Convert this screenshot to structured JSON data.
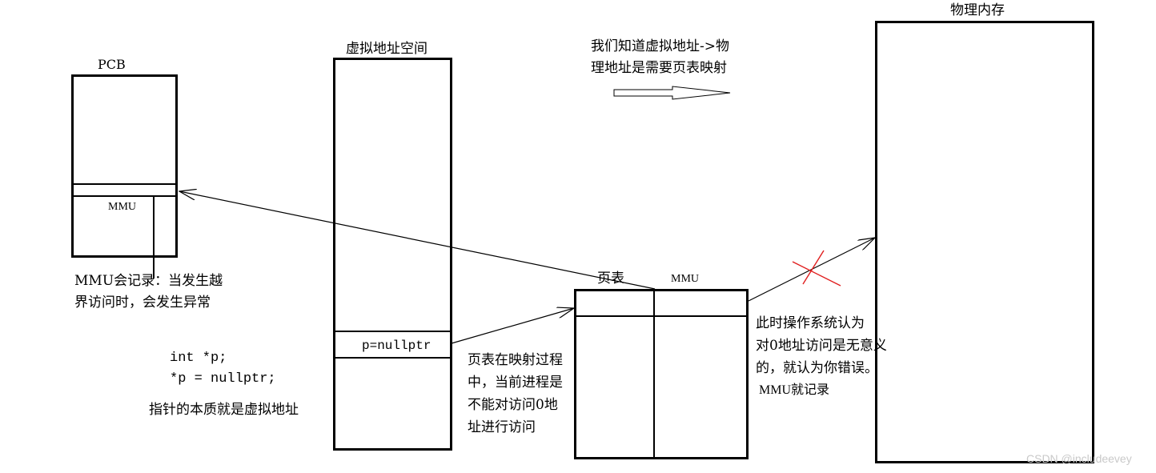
{
  "pcb": {
    "title": "PCB",
    "mmu_label": "MMU",
    "note": "MMU会记录：当发生越\n界访问时，会发生异常"
  },
  "virtual_space": {
    "title": "虚拟地址空间",
    "slot_label": "p=nullptr"
  },
  "code": {
    "line1": "int *p;",
    "line2": "*p = nullptr;",
    "caption": "指针的本质就是虚拟地址"
  },
  "mapping_note": "我们知道虚拟地址->物\n理地址是需要页表映射",
  "page_table": {
    "title": "页表",
    "mmu_title": "MMU",
    "note": "页表在映射过程\n中，当前进程是\n不能对访问0地\n址进行访问"
  },
  "os_note": "此时操作系统认为\n对0地址访问是无意义\n的，就认为你错误。",
  "mmu_record": "MMU就记录",
  "physical_memory": {
    "title": "物理内存"
  },
  "watermark": "CSDN @includeevey",
  "colors": {
    "line": "#000000",
    "cross": "#e02020",
    "watermark": "#c9c9c9"
  }
}
